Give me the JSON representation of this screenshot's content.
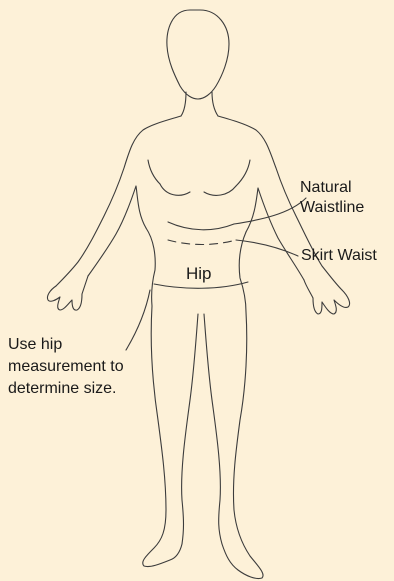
{
  "labels": {
    "natural_waistline": [
      "Natural",
      "Waistline"
    ],
    "skirt_waist": "Skirt Waist",
    "hip": "Hip",
    "use_hip_note": [
      "Use hip",
      "measurement to",
      "determine size."
    ]
  },
  "colors": {
    "background": "#fdf1d8",
    "outline": "#3c3c3c",
    "text": "#1a1a1a"
  }
}
